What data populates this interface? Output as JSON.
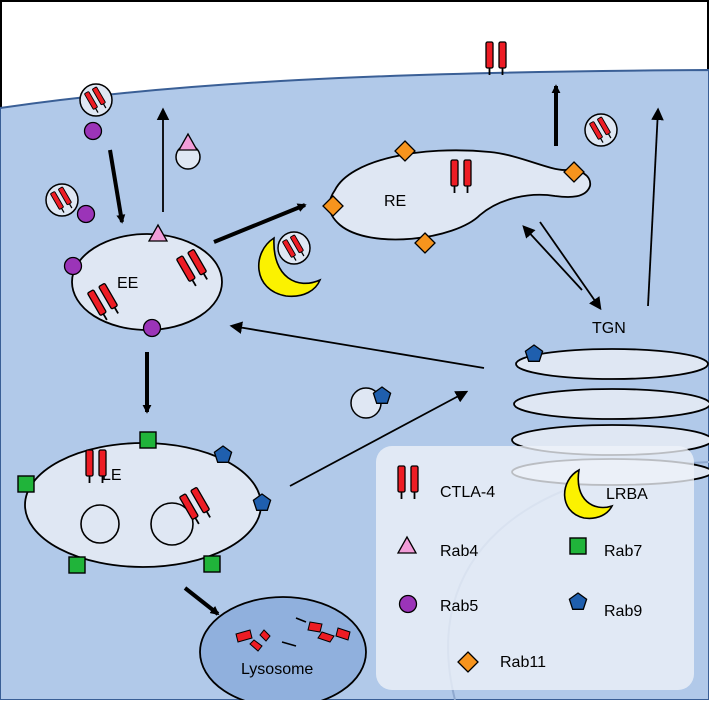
{
  "compartments": {
    "early_endosome": "EE",
    "recycling_endosome": "RE",
    "late_endosome": "LE",
    "lysosome": "Lysosome",
    "trans_golgi_network": "TGN"
  },
  "legend": {
    "ctla4": "CTLA-4",
    "lrba": "LRBA",
    "rab4": "Rab4",
    "rab7": "Rab7",
    "rab5": "Rab5",
    "rab9": "Rab9",
    "rab11": "Rab11"
  },
  "colors": {
    "cytoplasm": "#b1c9e9",
    "compartment_fill": "#dfe7f3",
    "lysosome_fill": "#90b0dd",
    "ctla4": "#ed1c24",
    "lrba": "#fbf200",
    "rab4": "#f19dd8",
    "rab5": "#9b34b8",
    "rab7": "#20b43a",
    "rab9": "#1f5fae",
    "rab11": "#f7941d",
    "legend_panel": "#eef2f8"
  }
}
